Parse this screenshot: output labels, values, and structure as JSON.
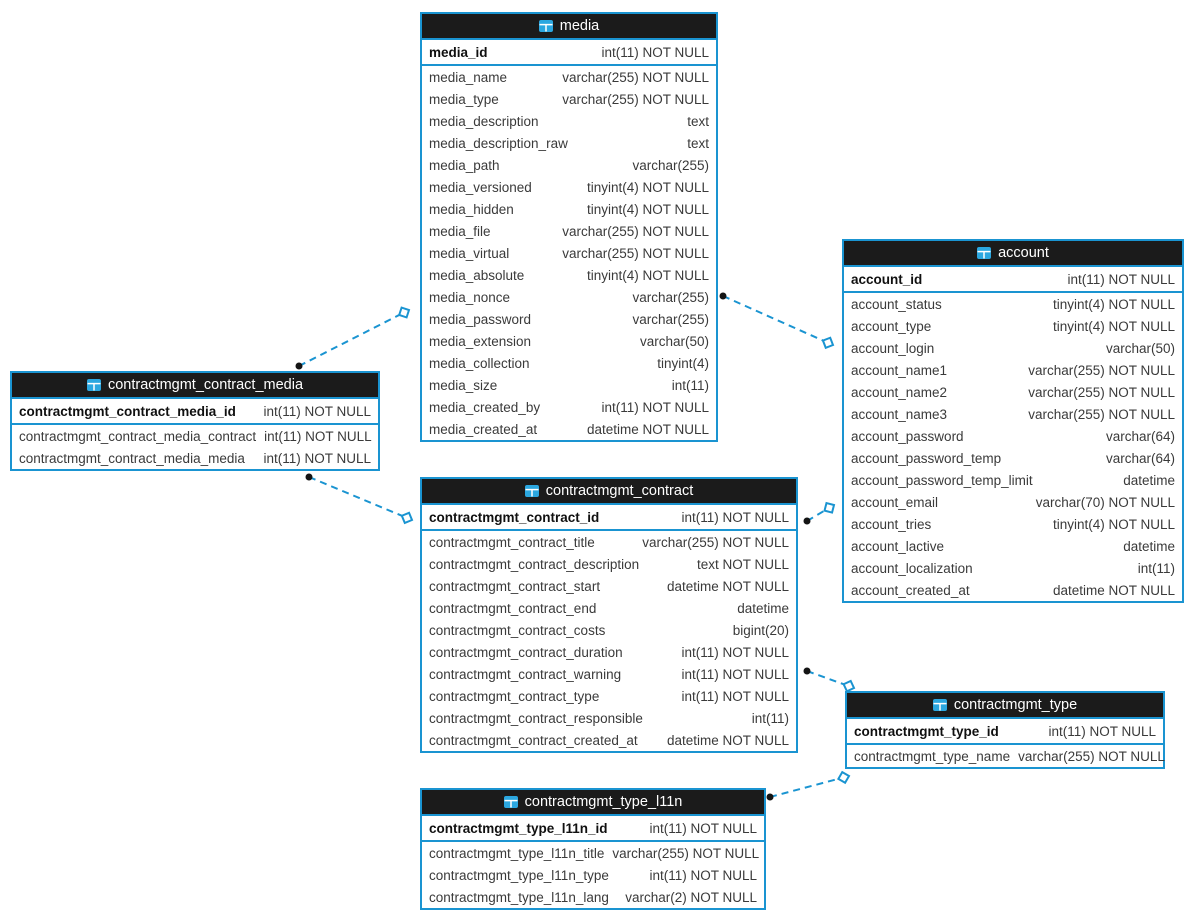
{
  "diagram": {
    "accent_color": "#1a94d1",
    "header_bg_color": "#1b1b1b",
    "header_text_color": "#ffffff",
    "row_text_color": "#3a3a3a",
    "table_icon": "table-grid-icon",
    "relation_dot_color": "#141414",
    "relation_diamond_fill": "#ffffff"
  },
  "tables": [
    {
      "id": "media",
      "title": "media",
      "fields": [
        {
          "name": "media_id",
          "type": "int(11) NOT NULL",
          "pk": true
        },
        {
          "name": "media_name",
          "type": "varchar(255) NOT NULL",
          "pk": false
        },
        {
          "name": "media_type",
          "type": "varchar(255) NOT NULL",
          "pk": false
        },
        {
          "name": "media_description",
          "type": "text",
          "pk": false
        },
        {
          "name": "media_description_raw",
          "type": "text",
          "pk": false
        },
        {
          "name": "media_path",
          "type": "varchar(255)",
          "pk": false
        },
        {
          "name": "media_versioned",
          "type": "tinyint(4) NOT NULL",
          "pk": false
        },
        {
          "name": "media_hidden",
          "type": "tinyint(4) NOT NULL",
          "pk": false
        },
        {
          "name": "media_file",
          "type": "varchar(255) NOT NULL",
          "pk": false
        },
        {
          "name": "media_virtual",
          "type": "varchar(255) NOT NULL",
          "pk": false
        },
        {
          "name": "media_absolute",
          "type": "tinyint(4) NOT NULL",
          "pk": false
        },
        {
          "name": "media_nonce",
          "type": "varchar(255)",
          "pk": false
        },
        {
          "name": "media_password",
          "type": "varchar(255)",
          "pk": false
        },
        {
          "name": "media_extension",
          "type": "varchar(50)",
          "pk": false
        },
        {
          "name": "media_collection",
          "type": "tinyint(4)",
          "pk": false
        },
        {
          "name": "media_size",
          "type": "int(11)",
          "pk": false
        },
        {
          "name": "media_created_by",
          "type": "int(11) NOT NULL",
          "pk": false
        },
        {
          "name": "media_created_at",
          "type": "datetime NOT NULL",
          "pk": false
        }
      ]
    },
    {
      "id": "account",
      "title": "account",
      "fields": [
        {
          "name": "account_id",
          "type": "int(11) NOT NULL",
          "pk": true
        },
        {
          "name": "account_status",
          "type": "tinyint(4) NOT NULL",
          "pk": false
        },
        {
          "name": "account_type",
          "type": "tinyint(4) NOT NULL",
          "pk": false
        },
        {
          "name": "account_login",
          "type": "varchar(50)",
          "pk": false
        },
        {
          "name": "account_name1",
          "type": "varchar(255) NOT NULL",
          "pk": false
        },
        {
          "name": "account_name2",
          "type": "varchar(255) NOT NULL",
          "pk": false
        },
        {
          "name": "account_name3",
          "type": "varchar(255) NOT NULL",
          "pk": false
        },
        {
          "name": "account_password",
          "type": "varchar(64)",
          "pk": false
        },
        {
          "name": "account_password_temp",
          "type": "varchar(64)",
          "pk": false
        },
        {
          "name": "account_password_temp_limit",
          "type": "datetime",
          "pk": false
        },
        {
          "name": "account_email",
          "type": "varchar(70) NOT NULL",
          "pk": false
        },
        {
          "name": "account_tries",
          "type": "tinyint(4) NOT NULL",
          "pk": false
        },
        {
          "name": "account_lactive",
          "type": "datetime",
          "pk": false
        },
        {
          "name": "account_localization",
          "type": "int(11)",
          "pk": false
        },
        {
          "name": "account_created_at",
          "type": "datetime NOT NULL",
          "pk": false
        }
      ]
    },
    {
      "id": "contractmgmt_contract_media",
      "title": "contractmgmt_contract_media",
      "fields": [
        {
          "name": "contractmgmt_contract_media_id",
          "type": "int(11) NOT NULL",
          "pk": true
        },
        {
          "name": "contractmgmt_contract_media_contract",
          "type": "int(11) NOT NULL",
          "pk": false
        },
        {
          "name": "contractmgmt_contract_media_media",
          "type": "int(11) NOT NULL",
          "pk": false
        }
      ]
    },
    {
      "id": "contractmgmt_contract",
      "title": "contractmgmt_contract",
      "fields": [
        {
          "name": "contractmgmt_contract_id",
          "type": "int(11) NOT NULL",
          "pk": true
        },
        {
          "name": "contractmgmt_contract_title",
          "type": "varchar(255) NOT NULL",
          "pk": false
        },
        {
          "name": "contractmgmt_contract_description",
          "type": "text NOT NULL",
          "pk": false
        },
        {
          "name": "contractmgmt_contract_start",
          "type": "datetime NOT NULL",
          "pk": false
        },
        {
          "name": "contractmgmt_contract_end",
          "type": "datetime",
          "pk": false
        },
        {
          "name": "contractmgmt_contract_costs",
          "type": "bigint(20)",
          "pk": false
        },
        {
          "name": "contractmgmt_contract_duration",
          "type": "int(11) NOT NULL",
          "pk": false
        },
        {
          "name": "contractmgmt_contract_warning",
          "type": "int(11) NOT NULL",
          "pk": false
        },
        {
          "name": "contractmgmt_contract_type",
          "type": "int(11) NOT NULL",
          "pk": false
        },
        {
          "name": "contractmgmt_contract_responsible",
          "type": "int(11)",
          "pk": false
        },
        {
          "name": "contractmgmt_contract_created_at",
          "type": "datetime NOT NULL",
          "pk": false
        }
      ]
    },
    {
      "id": "contractmgmt_type",
      "title": "contractmgmt_type",
      "fields": [
        {
          "name": "contractmgmt_type_id",
          "type": "int(11) NOT NULL",
          "pk": true
        },
        {
          "name": "contractmgmt_type_name",
          "type": "varchar(255) NOT NULL",
          "pk": false
        }
      ]
    },
    {
      "id": "contractmgmt_type_l11n",
      "title": "contractmgmt_type_l11n",
      "fields": [
        {
          "name": "contractmgmt_type_l11n_id",
          "type": "int(11) NOT NULL",
          "pk": true
        },
        {
          "name": "contractmgmt_type_l11n_title",
          "type": "varchar(255) NOT NULL",
          "pk": false
        },
        {
          "name": "contractmgmt_type_l11n_type",
          "type": "int(11) NOT NULL",
          "pk": false
        },
        {
          "name": "contractmgmt_type_l11n_lang",
          "type": "varchar(2) NOT NULL",
          "pk": false
        }
      ]
    }
  ],
  "connections": [
    {
      "from": "contractmgmt_contract_media",
      "to": "media"
    },
    {
      "from": "media",
      "to": "account"
    },
    {
      "from": "contractmgmt_contract_media",
      "to": "contractmgmt_contract"
    },
    {
      "from": "contractmgmt_contract",
      "to": "account"
    },
    {
      "from": "contractmgmt_contract",
      "to": "contractmgmt_type"
    },
    {
      "from": "contractmgmt_type_l11n",
      "to": "contractmgmt_type"
    }
  ]
}
